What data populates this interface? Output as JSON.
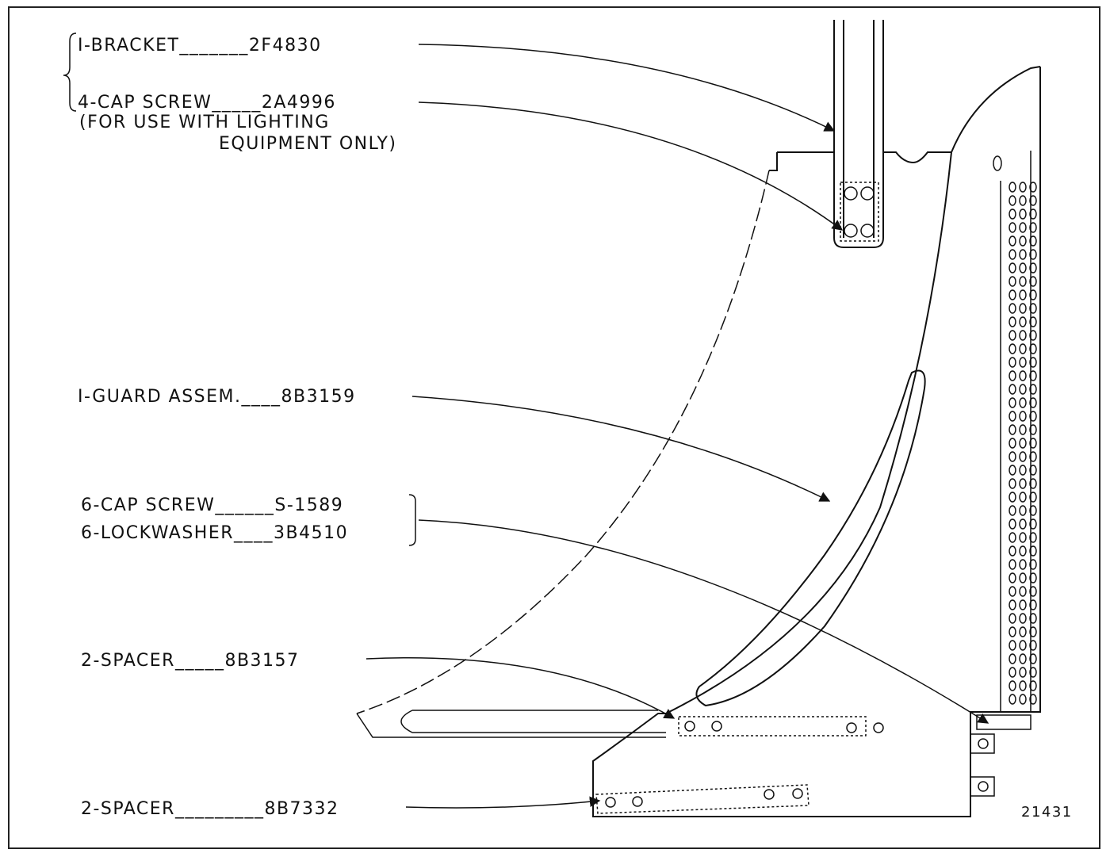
{
  "labels": {
    "bracket": "I-BRACKET_______2F4830",
    "cap_screw_1": "4-CAP SCREW_____2A4996",
    "cap_screw_note_1": "(FOR USE WITH LIGHTING",
    "cap_screw_note_2": "EQUIPMENT ONLY)",
    "guard": "I-GUARD ASSEM.____8B3159",
    "cap_screw_2": "6-CAP SCREW______S-1589",
    "lockwasher": "6-LOCKWASHER____3B4510",
    "spacer_1": "2-SPACER_____8B3157",
    "spacer_2": "2-SPACER_________8B7332",
    "figure_number": "21431"
  }
}
